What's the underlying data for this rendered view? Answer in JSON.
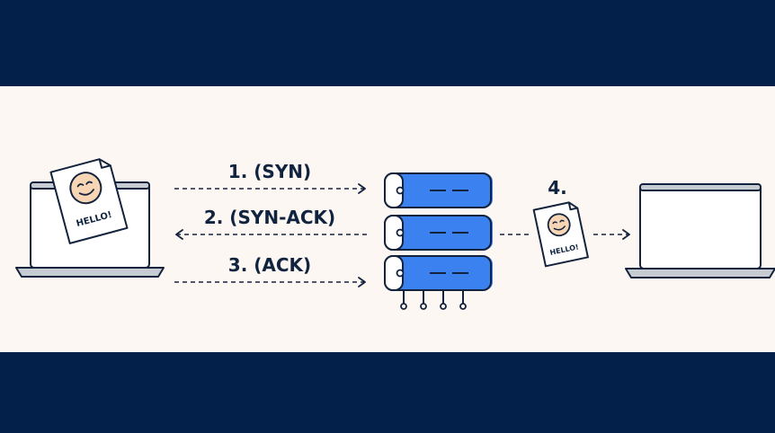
{
  "steps": [
    {
      "label": "1. (SYN)"
    },
    {
      "label": "2. (SYN-ACK)"
    },
    {
      "label": "3. (ACK)"
    },
    {
      "label": "4."
    }
  ],
  "note": {
    "text": "HELLO!"
  },
  "colors": {
    "band": "#03204a",
    "background": "#fcf7f3",
    "outline": "#14233d",
    "server_accent": "#3b82f0",
    "laptop_screen": "#ffffff",
    "laptop_bezel": "#c7cbd2",
    "note_face": "#f7d6b5"
  }
}
